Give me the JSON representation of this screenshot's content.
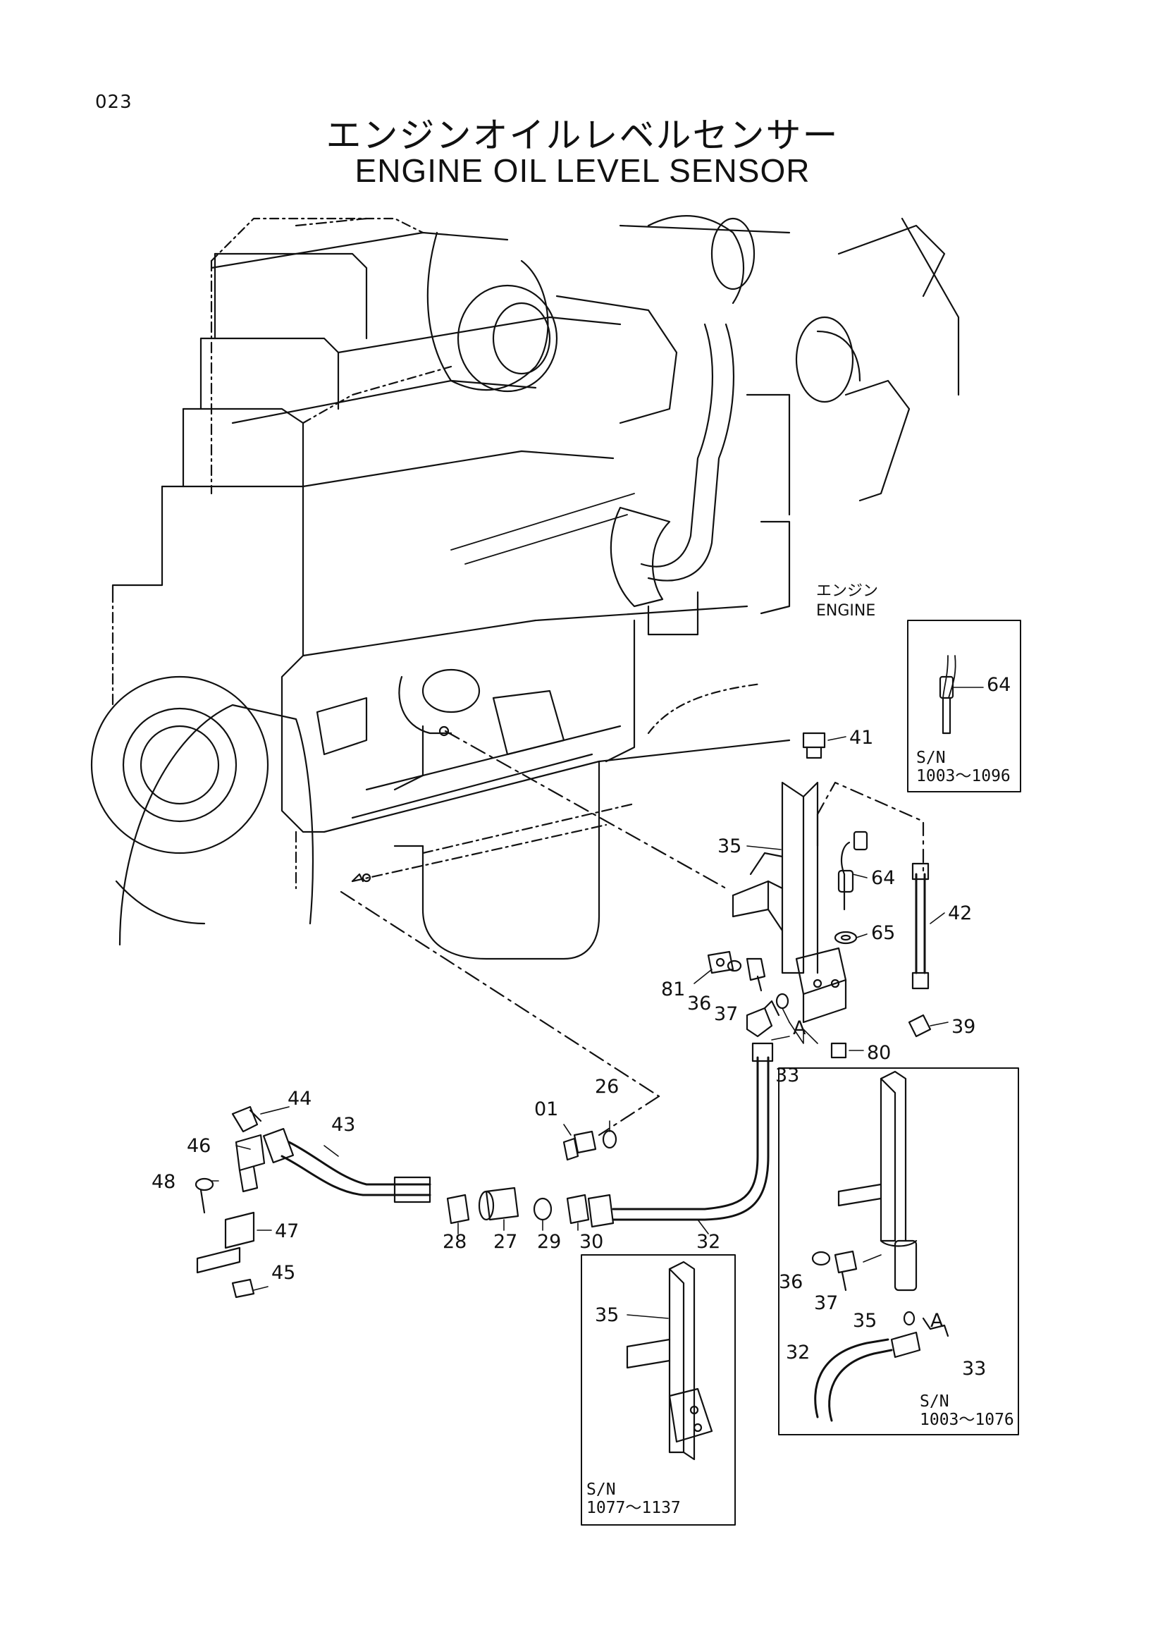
{
  "page_number": "023",
  "title_jp": "エンジンオイルレベルセンサー",
  "title_en": "ENGINE OIL LEVEL SENSOR",
  "engine_label": {
    "jp": "エンジン",
    "en": "ENGINE"
  },
  "callouts": {
    "c64_inset": "64",
    "c41": "41",
    "c35": "35",
    "c64": "64",
    "c42": "42",
    "c65": "65",
    "c81": "81",
    "c36": "36",
    "c37": "37",
    "cA": "A",
    "c39": "39",
    "c33": "33",
    "c80": "80",
    "c26": "26",
    "c01": "01",
    "c44": "44",
    "c43": "43",
    "c46": "46",
    "c48": "48",
    "c47": "47",
    "c45": "45",
    "c28": "28",
    "c27": "27",
    "c29": "29",
    "c30": "30",
    "c32": "32",
    "b_c35": "35",
    "r_c36": "36",
    "r_c37": "37",
    "r_c35": "35",
    "r_cA": "A",
    "r_c32": "32",
    "r_c33": "33"
  },
  "insets": {
    "top_right": {
      "sn_label": "S/N",
      "sn_range": "1003～1096"
    },
    "bottom_center": {
      "sn_label": "S/N",
      "sn_range": "1077～1137"
    },
    "bottom_right": {
      "sn_label": "S/N",
      "sn_range": "1003～1076"
    }
  }
}
